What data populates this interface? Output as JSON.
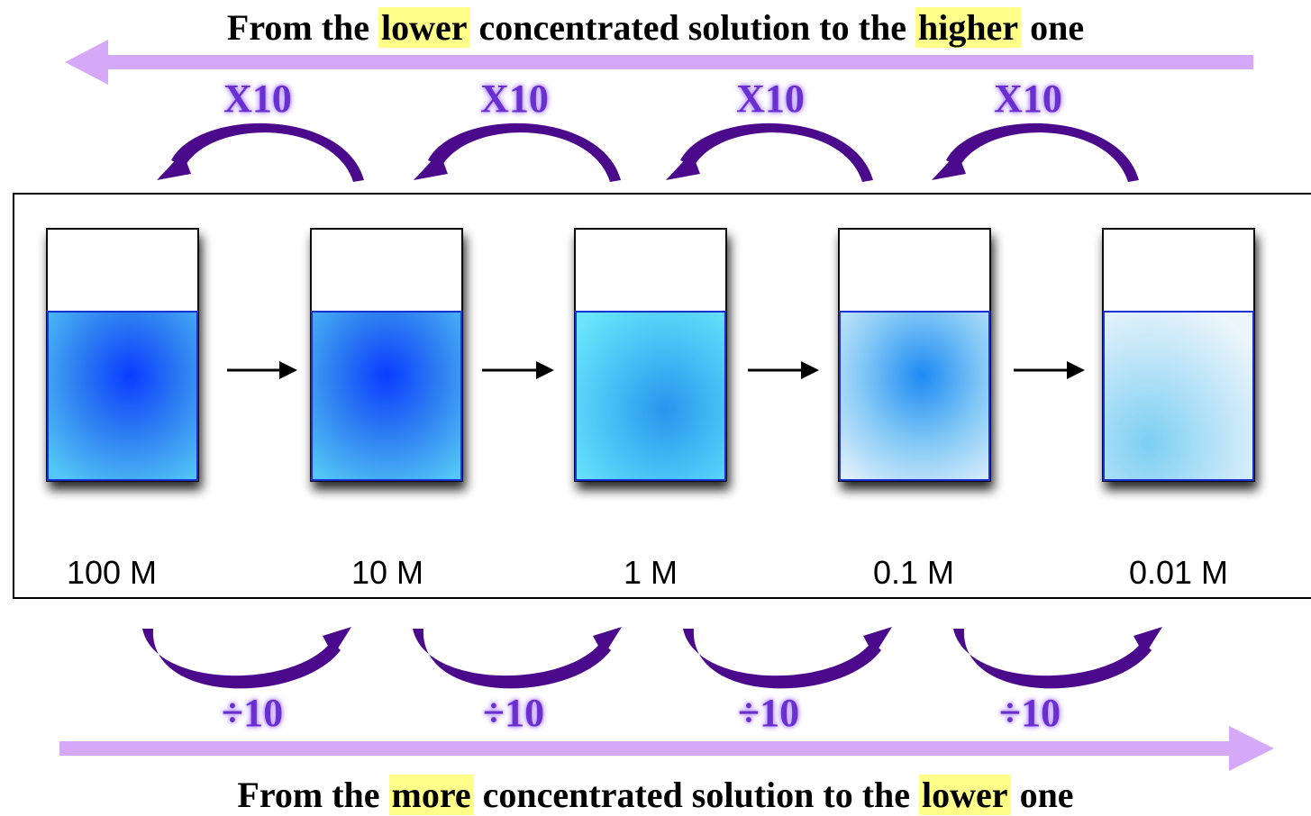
{
  "heading_top": {
    "prefix": "From the ",
    "highlight1": "lower",
    "middle": " concentrated solution to the ",
    "highlight2": "higher",
    "suffix": " one"
  },
  "heading_bottom": {
    "prefix": "From the ",
    "highlight1": "more",
    "middle": " concentrated solution to the ",
    "highlight2": "lower",
    "suffix": " one"
  },
  "multiply_label": "X10",
  "divide_label": "÷10",
  "concentrations": [
    "100 M",
    "10 M",
    "1 M",
    "0.1 M",
    "0.01 M"
  ],
  "colors": {
    "arrow_band": "#d5a8f8",
    "curved_arrow": "#4b0a8c",
    "factor_text": "#6a2fd0",
    "highlight": "#ffff8a",
    "liquid_border": "#1a2fd6"
  }
}
